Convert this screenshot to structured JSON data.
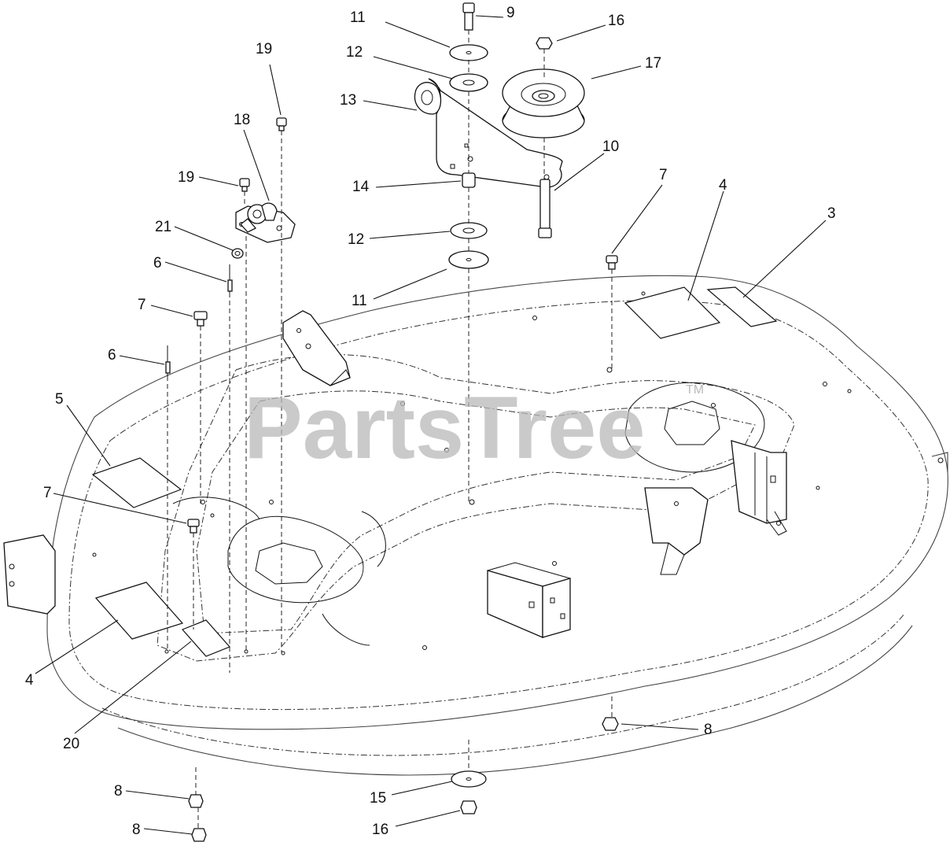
{
  "watermark": {
    "text": "PartsTree",
    "tm": "TM"
  },
  "callouts": [
    {
      "id": "c11a",
      "label": "11"
    },
    {
      "id": "c9",
      "label": "9"
    },
    {
      "id": "c16a",
      "label": "16"
    },
    {
      "id": "c12a",
      "label": "12"
    },
    {
      "id": "c17",
      "label": "17"
    },
    {
      "id": "c19a",
      "label": "19"
    },
    {
      "id": "c13",
      "label": "13"
    },
    {
      "id": "c18",
      "label": "18"
    },
    {
      "id": "c10",
      "label": "10"
    },
    {
      "id": "c19b",
      "label": "19"
    },
    {
      "id": "c7a",
      "label": "7"
    },
    {
      "id": "c4a",
      "label": "4"
    },
    {
      "id": "c14",
      "label": "14"
    },
    {
      "id": "c3",
      "label": "3"
    },
    {
      "id": "c21",
      "label": "21"
    },
    {
      "id": "c12b",
      "label": "12"
    },
    {
      "id": "c6a",
      "label": "6"
    },
    {
      "id": "c11b",
      "label": "11"
    },
    {
      "id": "c7b",
      "label": "7"
    },
    {
      "id": "c6b",
      "label": "6"
    },
    {
      "id": "c5",
      "label": "5"
    },
    {
      "id": "c7c",
      "label": "7"
    },
    {
      "id": "c4b",
      "label": "4"
    },
    {
      "id": "c20",
      "label": "20"
    },
    {
      "id": "c8a",
      "label": "8"
    },
    {
      "id": "c8b",
      "label": "8"
    },
    {
      "id": "c15",
      "label": "15"
    },
    {
      "id": "c8c",
      "label": "8"
    },
    {
      "id": "c16b",
      "label": "16"
    }
  ]
}
